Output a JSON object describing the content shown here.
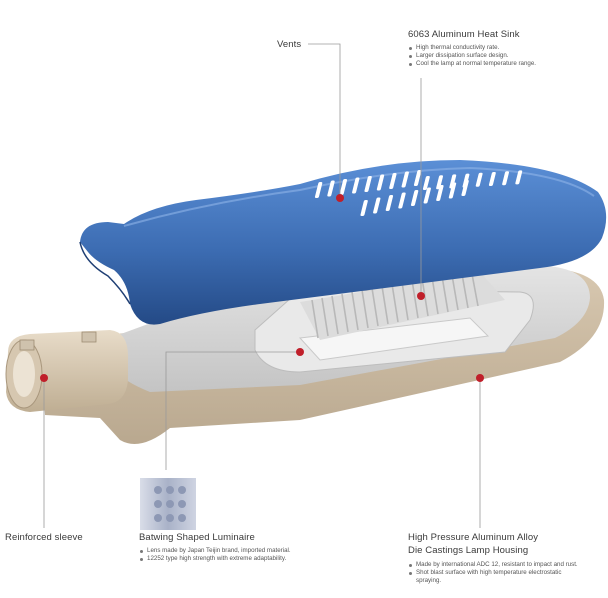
{
  "callouts": {
    "vents": {
      "title": "Vents"
    },
    "heat_sink": {
      "title": "6063 Aluminum Heat Sink",
      "bullets": [
        "High thermal conductivity rate.",
        "Larger dissipation surface design.",
        "Cool the lamp at normal temperature range."
      ]
    },
    "sleeve": {
      "title": "Reinforced sleeve"
    },
    "luminaire": {
      "title": "Batwing Shaped Luminaire",
      "bullets": [
        "Lens made by Japan Teijin brand, imported material.",
        "12252 type high strength with extreme adaptability."
      ]
    },
    "housing": {
      "title_line1": "High Pressure Aluminum Alloy",
      "title_line2": "Die Castings Lamp Housing",
      "bullets": [
        "Made by international ADC 12, resistant to impact and rust.",
        "Shot blast surface with high temperature electrostatic spraying."
      ]
    }
  },
  "colors": {
    "cover": "#3e6fb3",
    "housing": "#d6d6d6",
    "marker": "#c01f2a",
    "leader": "#999999"
  }
}
